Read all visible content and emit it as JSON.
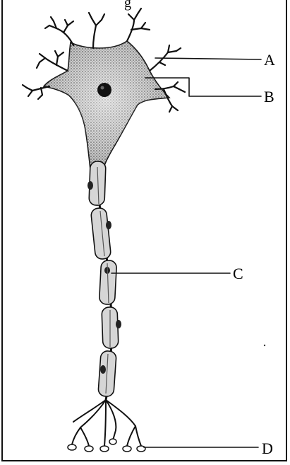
{
  "labels": [
    {
      "id": "A",
      "text": "A"
    },
    {
      "id": "B",
      "text": "B"
    },
    {
      "id": "C",
      "text": "C"
    },
    {
      "id": "D",
      "text": "D"
    }
  ],
  "top_fragment": "g",
  "colors": {
    "ink": "#111111",
    "cell_body_fill": "#9a9a9a",
    "nucleus": "#111111",
    "myelin": "#d6d6d6"
  },
  "icons": [
    "neuron-diagram"
  ]
}
